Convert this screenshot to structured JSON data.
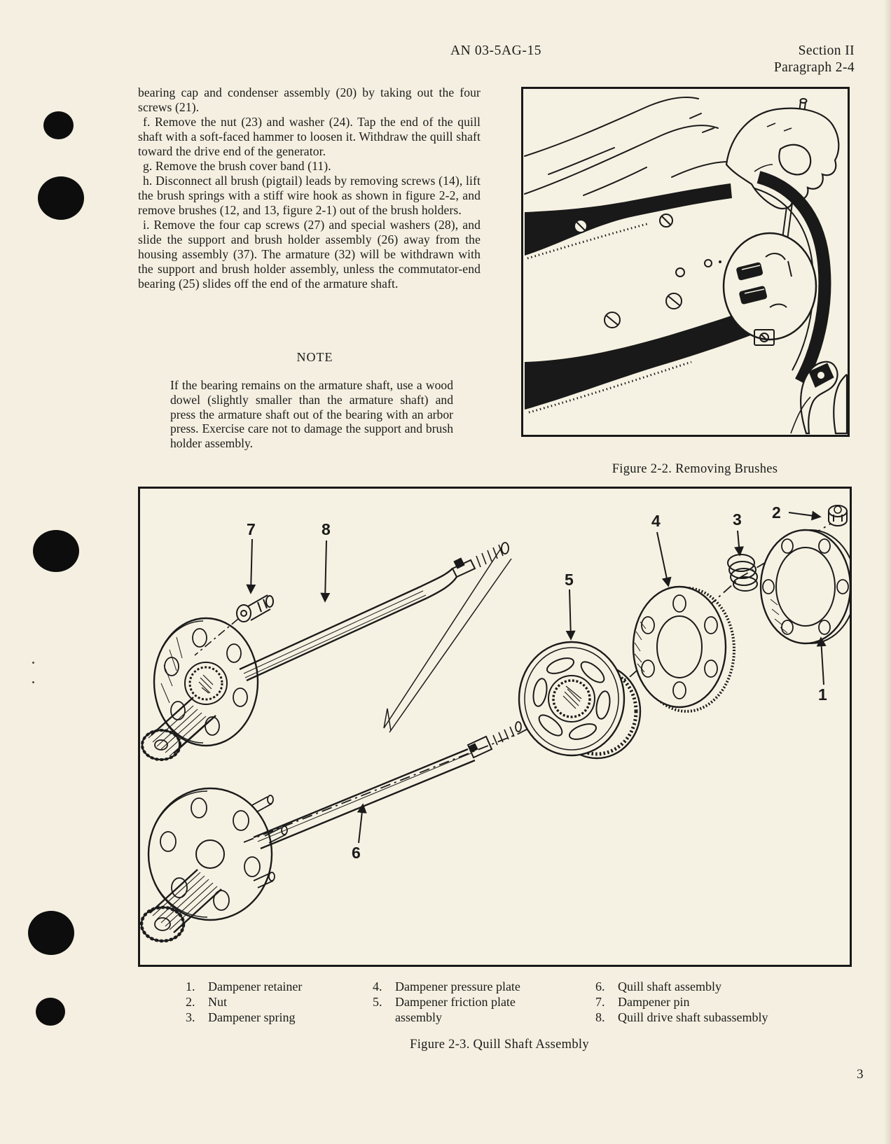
{
  "colors": {
    "paper": "#f4efe0",
    "ink": "#1b1b1b"
  },
  "header": {
    "doc_number": "AN 03-5AG-15",
    "section": "Section II",
    "paragraph": "Paragraph 2-4"
  },
  "page_number": "3",
  "content": {
    "paragraphs": [
      "bearing cap and condenser assembly (20) by taking out the four screws (21).",
      "f.  Remove the nut (23) and washer (24).  Tap the end of the quill shaft with a soft-faced hammer to loosen it.  Withdraw the quill shaft toward the drive end of the generator.",
      "g.  Remove the brush cover band (11).",
      "h.  Disconnect all brush (pigtail) leads by removing screws (14), lift the brush springs with a stiff wire hook as shown in figure 2-2, and remove brushes (12, and 13, figure 2-1) out of the brush holders.",
      "i.  Remove the four cap screws (27) and special washers (28), and slide the support and brush holder assembly (26) away from the housing assembly (37).  The armature (32) will be withdrawn with the support and brush holder assembly, unless the commutator-end bearing (25) slides off the end of the armature shaft."
    ],
    "note_heading": "NOTE",
    "note_text": "If the bearing remains on the armature shaft, use a wood dowel (slightly smaller than the armature shaft) and press the armature shaft out of the bearing with an arbor press.  Exercise care not to damage the support and brush holder assembly."
  },
  "figure_2_2": {
    "caption": "Figure 2-2.  Removing Brushes"
  },
  "figure_2_3": {
    "caption": "Figure 2-3.  Quill Shaft Assembly",
    "callouts": {
      "c1": "1",
      "c2": "2",
      "c3": "3",
      "c4": "4",
      "c5": "5",
      "c6": "6",
      "c7": "7",
      "c8": "8"
    },
    "legend": [
      {
        "num": "1.",
        "label": "Dampener retainer"
      },
      {
        "num": "2.",
        "label": "Nut"
      },
      {
        "num": "3.",
        "label": "Dampener spring"
      },
      {
        "num": "4.",
        "label": "Dampener pressure plate"
      },
      {
        "num": "5.",
        "label": "Dampener friction plate",
        "label2": "assembly"
      },
      {
        "num": "6.",
        "label": "Quill shaft assembly"
      },
      {
        "num": "7.",
        "label": "Dampener pin"
      },
      {
        "num": "8.",
        "label": "Quill drive shaft subassembly"
      }
    ]
  }
}
